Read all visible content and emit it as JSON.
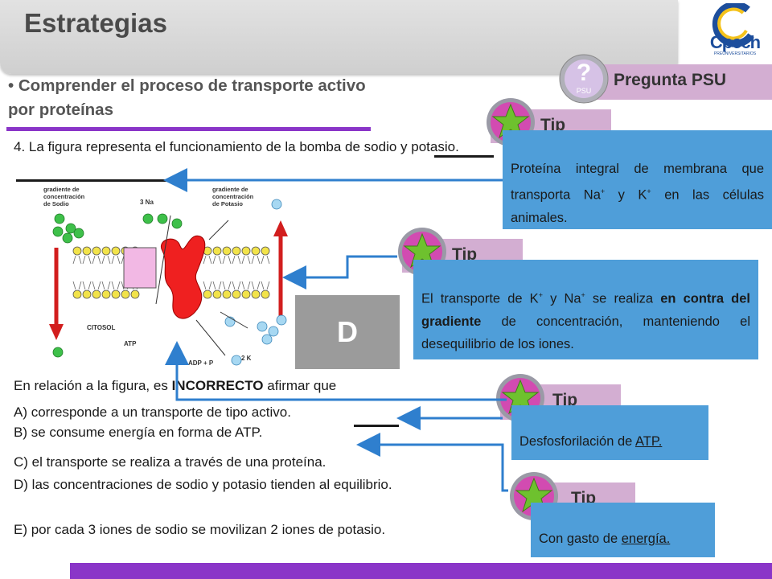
{
  "header": {
    "title": "Estrategias",
    "logo_text": "Cpech",
    "logo_subtitle": "PREUNIVERSITARIOS"
  },
  "objective": "• Comprender el proceso de transporte activo por proteínas",
  "question": {
    "stem": "4. La figura representa el funcionamiento de la bomba de sodio y potasio.",
    "lead_pre": "En relación a la figura, es ",
    "lead_bold": "INCORRECTO",
    "lead_post": " afirmar que",
    "options": [
      "A) corresponde a un transporte de tipo activo.",
      "B) se consume energía en forma de ATP.",
      "C) el transporte se realiza a través de una proteína.",
      "D) las concentraciones de sodio y potasio tienden al equilibrio.",
      "E) por cada 3 iones de sodio se movilizan 2 iones de potasio."
    ],
    "answer": "D"
  },
  "figure": {
    "label_sodium_gradient": [
      "gradiente de",
      "concentración",
      "de Sodio"
    ],
    "label_potassium_gradient": [
      "gradiente de",
      "concentración",
      "de Potasio"
    ],
    "label_na": "3 Na",
    "label_k": "2 K",
    "label_cytosol": "CITOSOL",
    "label_atp": "ATP",
    "label_adp": "ADP + P"
  },
  "pregunta_psu": {
    "label": "Pregunta PSU",
    "icon_text": "PSU"
  },
  "tips": [
    {
      "tab": "Tip",
      "text_parts": [
        "Proteína integral de membrana que transporta Na",
        "+",
        " y K",
        "+",
        " en las células animales."
      ]
    },
    {
      "tab": "Tip",
      "text_parts": [
        "El transporte de K",
        "+",
        " y Na",
        "+",
        "  se realiza ",
        "en contra del gradiente",
        " de concentración, manteniendo el desequilibrio de los iones."
      ]
    },
    {
      "tab": "Tip",
      "text_pre": "Desfosforilación de ",
      "text_ul": "ATP."
    },
    {
      "tab": "Tip",
      "text_pre": "Con gasto de ",
      "text_ul": "energía."
    }
  ],
  "colors": {
    "accent_purple": "#8a35c8",
    "tab_pink": "#d3aed2",
    "tip_blue": "#4f9ed9",
    "arrow_blue": "#2f7fce",
    "answer_gray": "#9b9b9b"
  }
}
